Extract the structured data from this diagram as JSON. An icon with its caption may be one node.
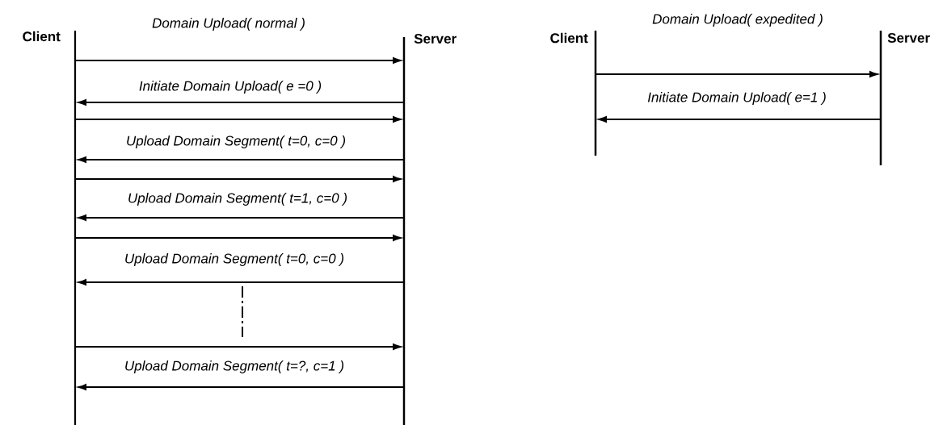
{
  "diagram": {
    "nodes": [
      {
        "text": [
          "Client"
        ]
      },
      {
        "text": [
          "Server"
        ]
      },
      {
        "text": [
          "Client"
        ]
      },
      {
        "text": [
          "Server"
        ]
      }
    ],
    "edges": [
      {
        "from": 0,
        "to": 1,
        "arrow": "to",
        "label": "Domain Upload( normal )"
      },
      {
        "from": 1,
        "to": 0,
        "arrow": "to",
        "label": "Initiate Domain Upload( e =0 )"
      },
      {
        "from": 0,
        "to": 1,
        "arrow": "to"
      },
      {
        "from": 1,
        "to": 0,
        "arrow": "to",
        "label": "Upload Domain Segment( t=0, c=0 )"
      },
      {
        "from": 0,
        "to": 1,
        "arrow": "to"
      },
      {
        "from": 1,
        "to": 0,
        "arrow": "to",
        "label": "Upload Domain Segment( t=1, c=0 )"
      },
      {
        "from": 0,
        "to": 1,
        "arrow": "to"
      },
      {
        "from": 1,
        "to": 0,
        "arrow": "to",
        "label": "Upload Domain Segment( t=0, c=0 )"
      },
      {
        "from": 0,
        "to": 1,
        "arrow": "to"
      },
      {
        "from": 1,
        "to": 0,
        "arrow": "to",
        "label": "Upload Domain Segment( t=?, c=1 )"
      },
      {
        "from": 2,
        "to": 3,
        "arrow": "to",
        "label": "Domain Upload( expedited )"
      },
      {
        "from": 3,
        "to": 2,
        "arrow": "to",
        "label": "Initiate Domain Upload( e=1 )"
      }
    ]
  }
}
